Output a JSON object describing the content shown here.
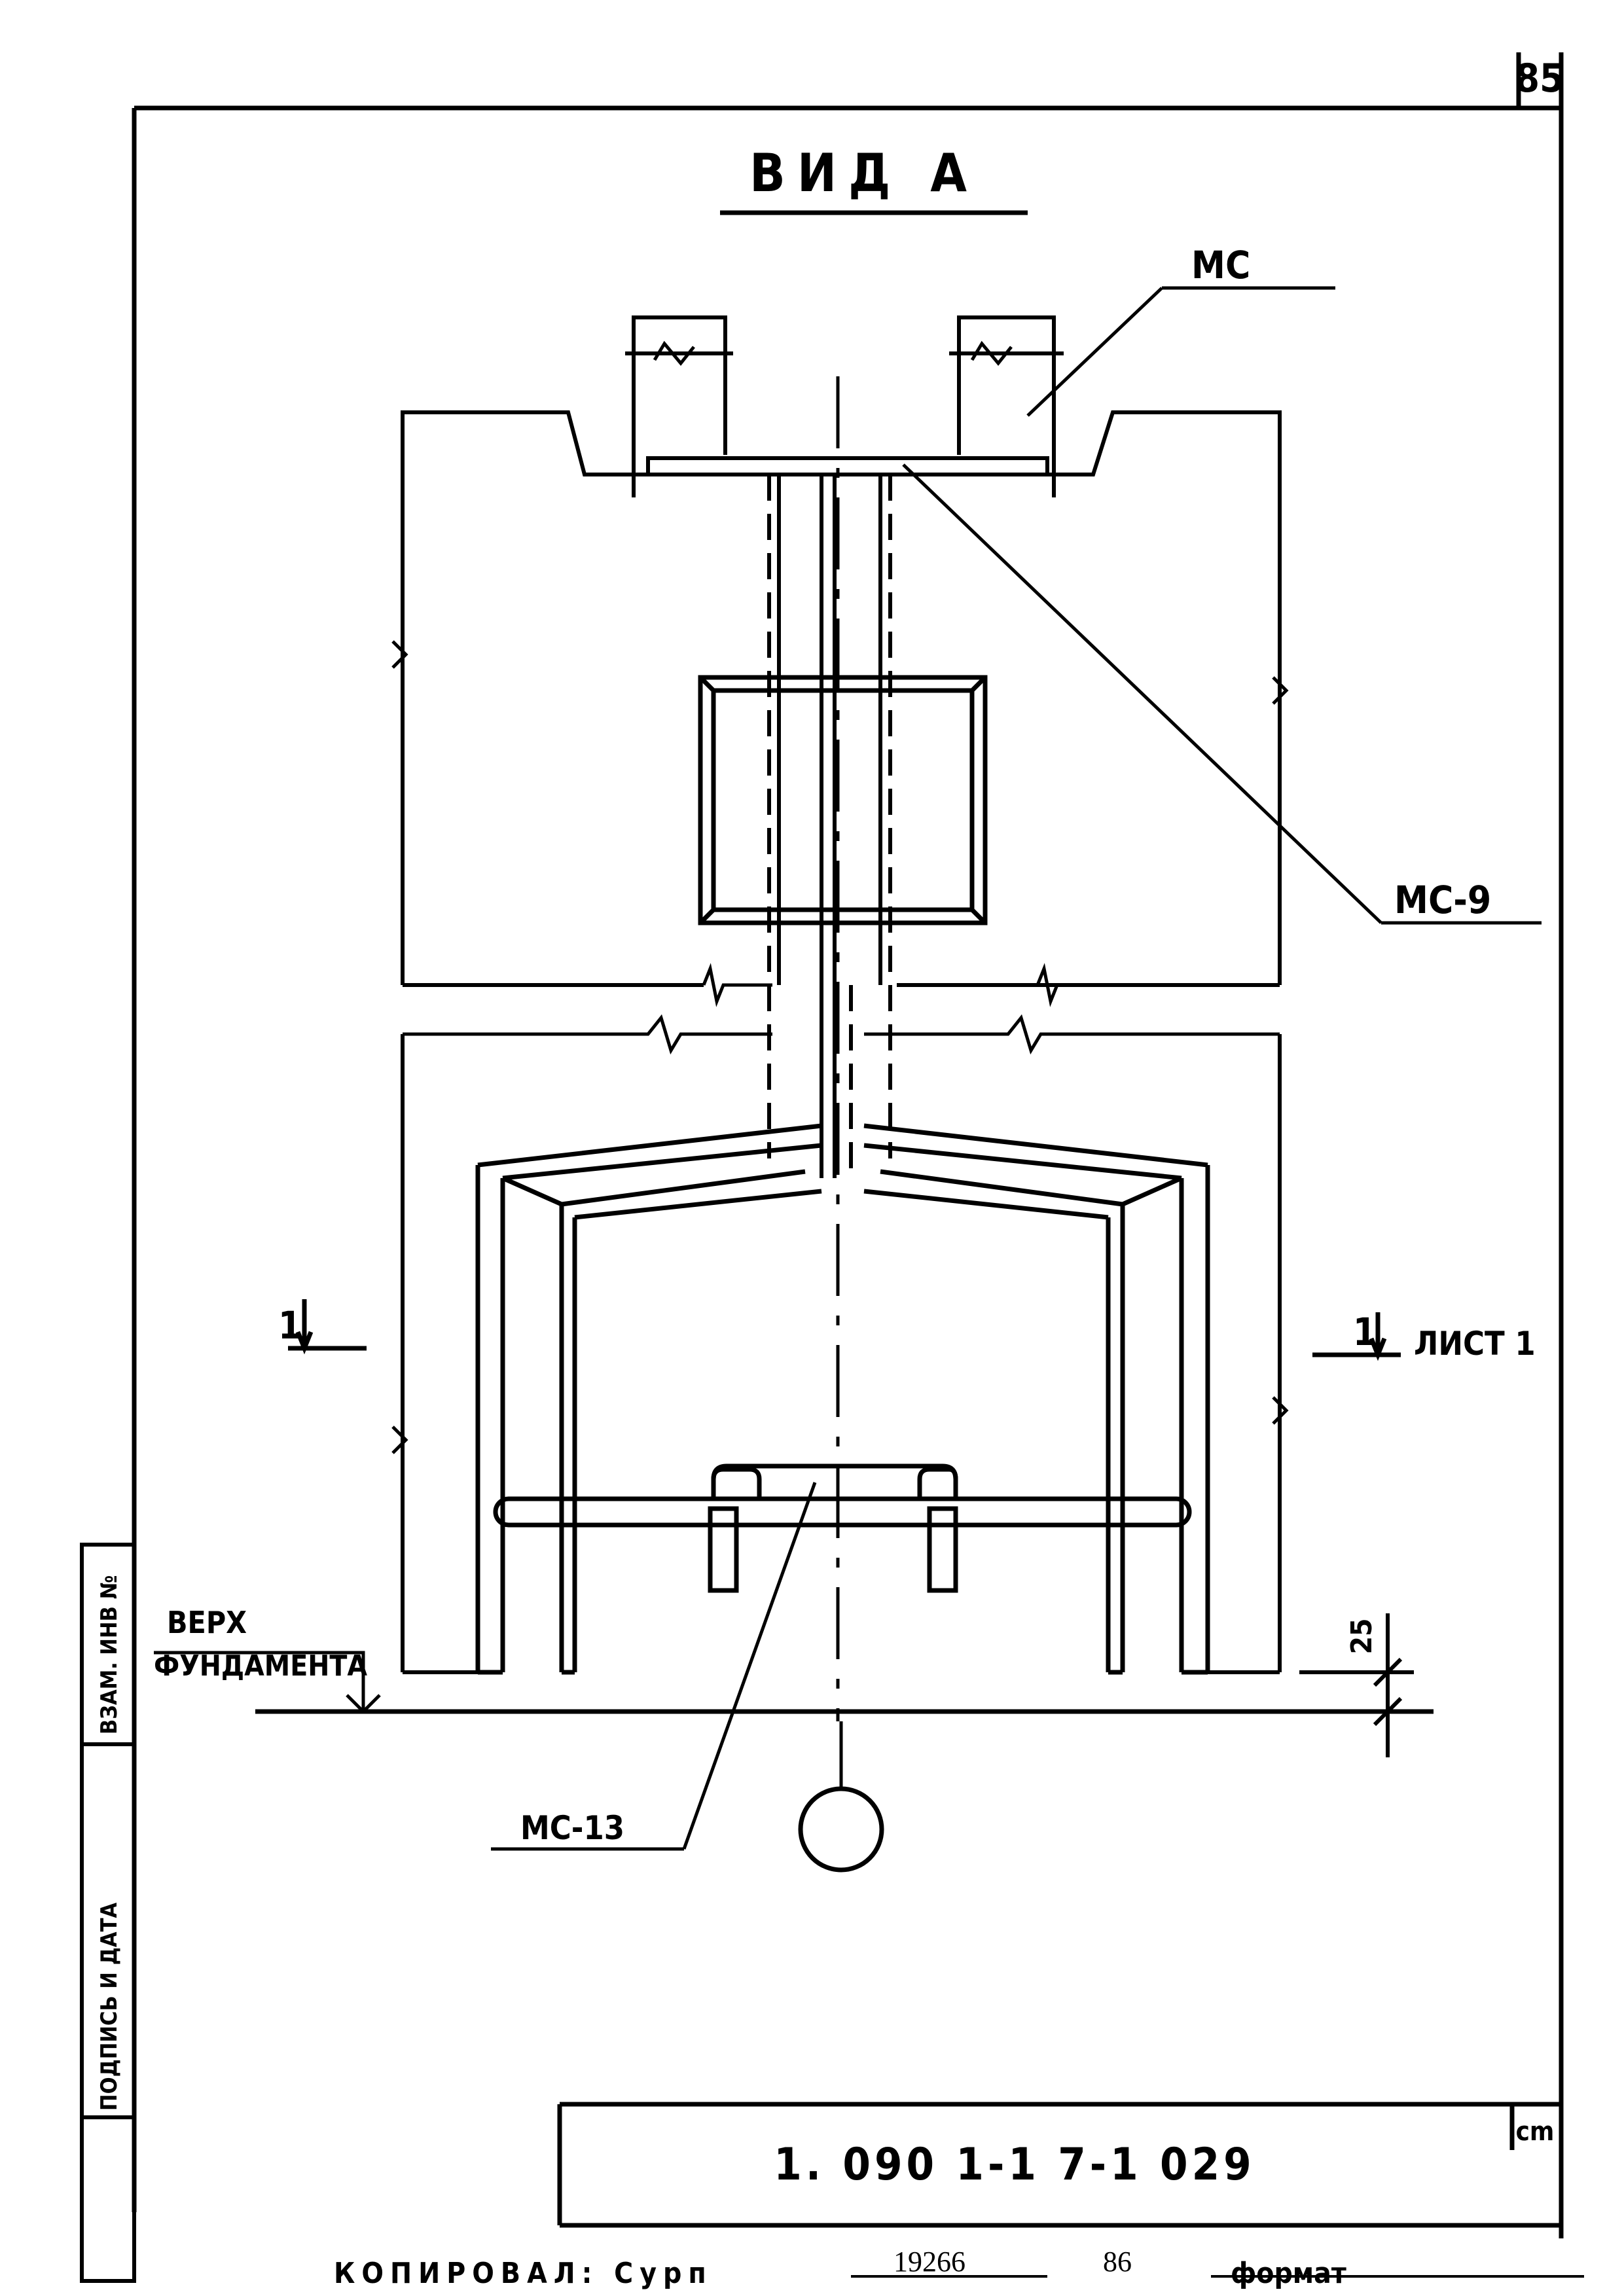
{
  "sheet": {
    "page_number": "85",
    "title": "ВИД А",
    "document_code": "1. 090 1-1 7-1 029",
    "unit_label": "cm"
  },
  "labels": {
    "mc_top": "МС",
    "mc9": "МС-9",
    "mc13": "МС-13",
    "section_mark": "1",
    "section_ref": "ЛИСТ 1",
    "foundation_line1": "ВЕРХ",
    "foundation_line2": "ФУНДАМЕНТА",
    "dim_25": "25"
  },
  "side_stamp": {
    "cell_upper": "ВЗАМ. ИНВ №",
    "cell_lower": "ПОДПИСЬ И ДАТА"
  },
  "footer": {
    "copied_by": "КОПИРОВАЛ: Сурп",
    "order_no": "19266",
    "number": "86",
    "format": "формат"
  }
}
